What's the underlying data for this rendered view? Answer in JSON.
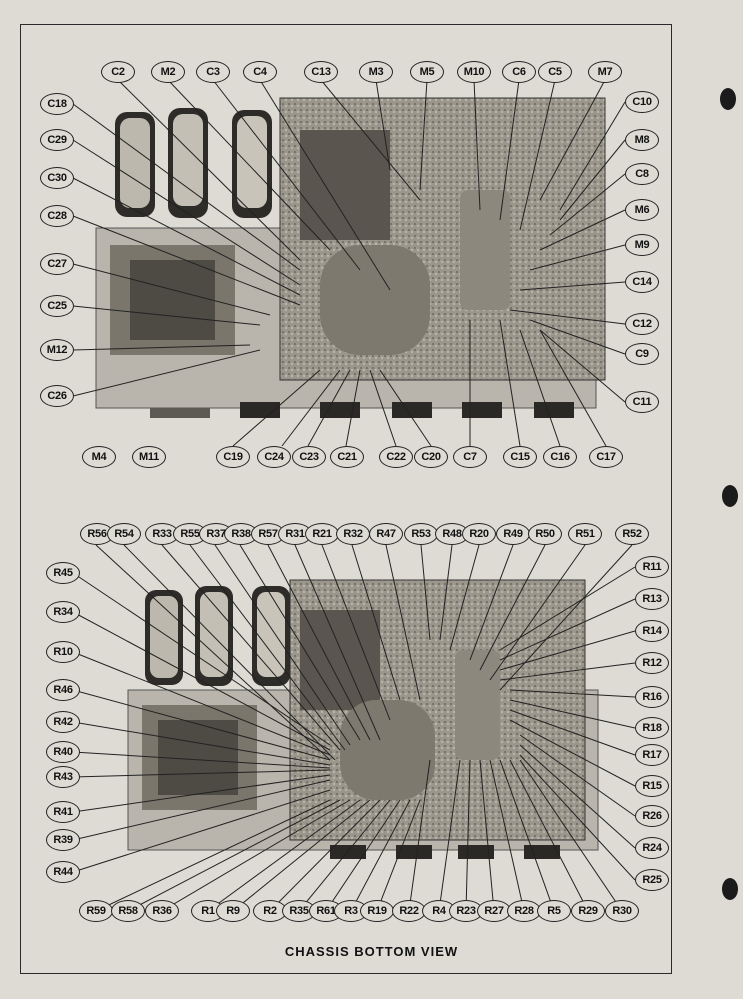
{
  "caption": "CHASSIS BOTTOM VIEW",
  "diagrams": {
    "top": {
      "callouts": [
        "C2",
        "M2",
        "C3",
        "C4",
        "C13",
        "M3",
        "M5",
        "M10",
        "C6",
        "C5",
        "M7",
        "C18",
        "C29",
        "C30",
        "C28",
        "C27",
        "C25",
        "M12",
        "C26",
        "C10",
        "M8",
        "C8",
        "M6",
        "M9",
        "C14",
        "C12",
        "C9",
        "C11",
        "M4",
        "M11",
        "C19",
        "C24",
        "C23",
        "C21",
        "C22",
        "C20",
        "C7",
        "C15",
        "C16",
        "C17"
      ]
    },
    "bottom": {
      "callouts": [
        "R56",
        "R54",
        "R33",
        "R55",
        "R37",
        "R38",
        "R57",
        "R31",
        "R21",
        "R32",
        "R47",
        "R53",
        "R48",
        "R20",
        "R49",
        "R50",
        "R51",
        "R52",
        "R45",
        "R34",
        "R10",
        "R46",
        "R42",
        "R40",
        "R43",
        "R41",
        "R39",
        "R44",
        "R11",
        "R13",
        "R14",
        "R12",
        "R16",
        "R18",
        "R17",
        "R15",
        "R26",
        "R24",
        "R25",
        "R59",
        "R58",
        "R36",
        "R1",
        "R9",
        "R2",
        "R35",
        "R61",
        "R3",
        "R19",
        "R22",
        "R4",
        "R23",
        "R27",
        "R28",
        "R5",
        "R29",
        "R30"
      ]
    }
  }
}
